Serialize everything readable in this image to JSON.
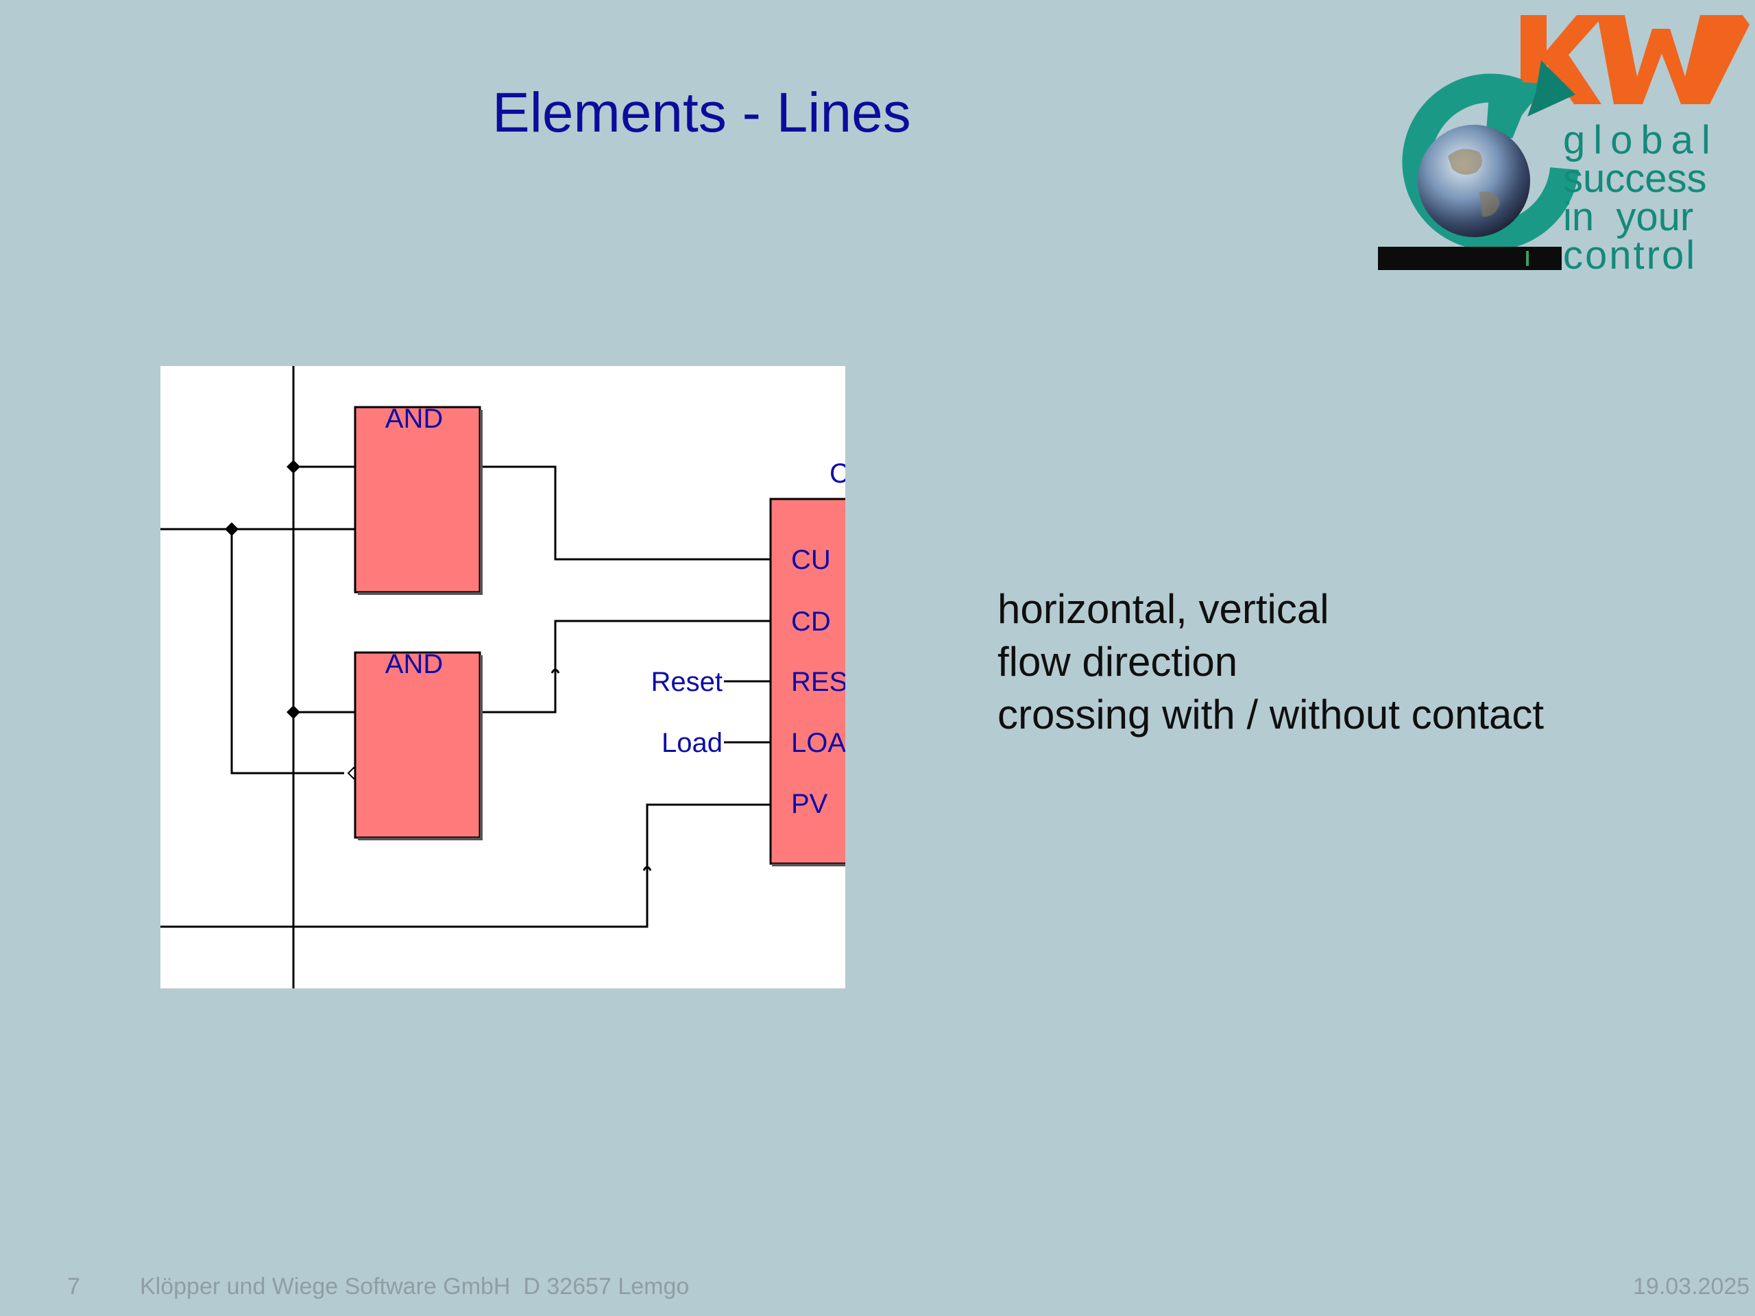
{
  "slide": {
    "title": "Elements - Lines",
    "bullets": [
      "horizontal, vertical",
      "flow direction",
      "crossing with / without contact"
    ]
  },
  "logo": {
    "mark": "KW",
    "tagline": [
      "global",
      "success",
      "in  your",
      "control"
    ]
  },
  "figure": {
    "blocks": [
      "AND",
      "AND"
    ],
    "counter_inputs": [
      "CU",
      "CD",
      "RES",
      "LOA",
      "PV"
    ],
    "counter_top_label": "C",
    "signal_labels": [
      "Reset",
      "Load"
    ]
  },
  "footer": {
    "page_number": "7",
    "company": "Klöpper und Wiege Software GmbH  D 32657 Lemgo",
    "date": "19.03.2025"
  },
  "colors": {
    "title": "#0c0c9c",
    "background": "#b4cbd1",
    "block_fill": "#ff7b7b",
    "logo_orange": "#f0641e",
    "logo_teal": "#138a7a"
  }
}
